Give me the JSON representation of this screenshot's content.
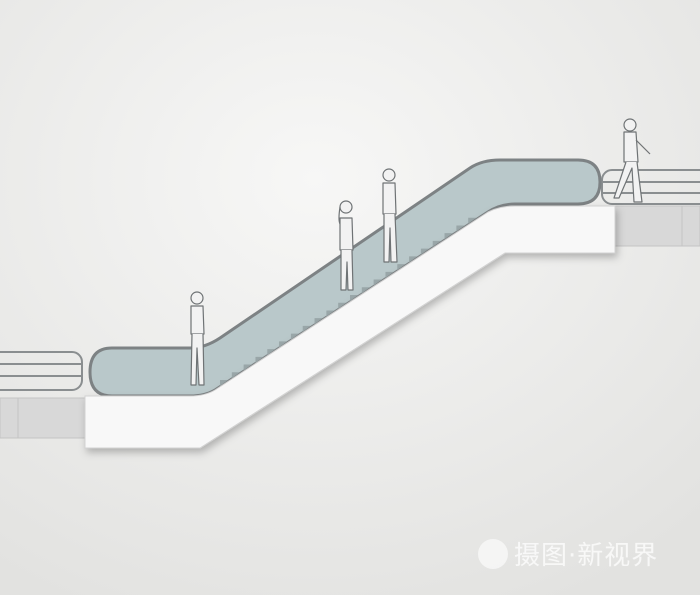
{
  "illustration": {
    "subject": "escalator",
    "people_count": 4,
    "colors": {
      "background": "#e9e9e7",
      "glass": "#b9c8ca",
      "handrail": "#7d8284",
      "truss": "#f8f8f8",
      "floor": "#d9d9d9"
    }
  },
  "watermark": {
    "text": "摄图·新视界"
  }
}
